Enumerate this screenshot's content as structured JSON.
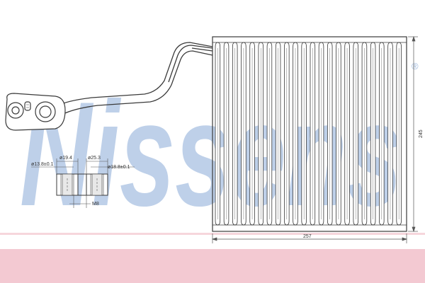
{
  "watermark": {
    "text": "Nissens",
    "registered_mark": "®",
    "color": "#9db8dd"
  },
  "dimensions": {
    "width": "257",
    "height": "245",
    "port_left_diameter": "ø19.4",
    "port_right_diameter": "ø25.3",
    "port_left_bore": "ø13.8±0.1",
    "port_right_bore": "ø18.8±0.1",
    "thread": "M8"
  },
  "colors": {
    "line": "#3a3a3a",
    "band": "#f3c9d2"
  }
}
